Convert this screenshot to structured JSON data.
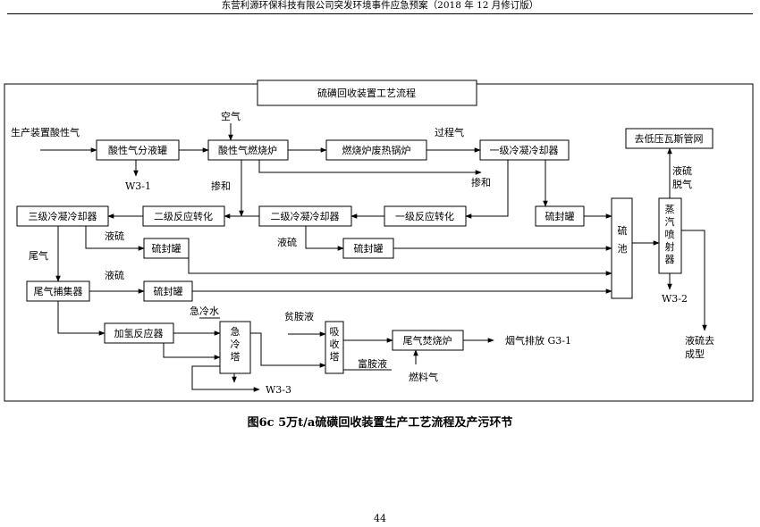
{
  "header": "东营利源环保科技有限公司突发环境事件应急预案（2018 年 12 月修订版）",
  "diagram": {
    "title": "硫磺回收装置工艺流程",
    "nodes": {
      "acid_separator": "酸性气分液罐",
      "acid_burner": "酸性气燃烧炉",
      "waste_heat_boiler": "燃烧炉废热锅炉",
      "condenser_1": "一级冷凝冷却器",
      "reactor_1": "一级反应转化",
      "condenser_2": "二级冷凝冷却器",
      "reactor_2": "二级反应转化",
      "condenser_3": "三级冷凝冷却器",
      "sulfur_tank_a": "硫封罐",
      "sulfur_tank_b": "硫封罐",
      "sulfur_tank_c": "硫封罐",
      "sulfur_tank_d": "硫封罐",
      "tail_gas_trap": "尾气捕集器",
      "sulfur_pit": "硫池",
      "steam_ejector": "蒸汽喷射器",
      "low_pressure_gas_net": "去低压瓦斯管网",
      "hydrogenation_reactor": "加氢反应器",
      "quench_tower": "急冷塔",
      "absorption_tower": "吸收塔",
      "tail_gas_incinerator": "尾气焚烧炉"
    },
    "labels": {
      "production_acid_gas": "生产装置酸性气",
      "air": "空气",
      "process_gas": "过程气",
      "mix_1": "掺和",
      "mix_2": "掺和",
      "liquid_sulfur_1": "液硫",
      "liquid_sulfur_2": "液硫",
      "liquid_sulfur_3": "液硫",
      "tail_gas": "尾气",
      "degassed_sulfur": "液硫脱气",
      "w3_1": "W3-1",
      "w3_2": "W3-2",
      "w3_3": "W3-3",
      "quench_water": "急冷水",
      "lean_amine": "贫胺液",
      "rich_amine": "富胺液",
      "fuel_gas": "燃料气",
      "flue_gas": "烟气排放 G3-1",
      "sulfur_forming": "液硫去成型"
    }
  },
  "caption": "图6c 5万t/a硫磺回收装置生产工艺流程及产污环节",
  "page_number": "44"
}
